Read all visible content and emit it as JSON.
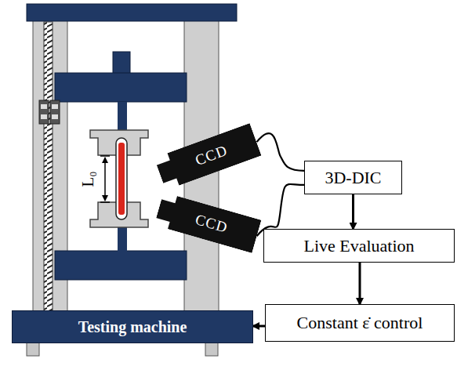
{
  "diagram": {
    "nodes": [
      {
        "text": [
          "CCD"
        ]
      },
      {
        "text": [
          "CCD"
        ]
      },
      {
        "text": [
          "3D-DIC"
        ]
      },
      {
        "text": [
          "Live Evaluation"
        ]
      },
      {
        "text": [
          "Constant ε̇ control"
        ]
      },
      {
        "text": [
          "Testing machine"
        ]
      }
    ],
    "edges": [
      {
        "from": 0,
        "to": 2,
        "arrow": "none"
      },
      {
        "from": 1,
        "to": 2,
        "arrow": "none"
      },
      {
        "from": 2,
        "to": 3,
        "arrow": "to"
      },
      {
        "from": 3,
        "to": 4,
        "arrow": "to"
      },
      {
        "from": 4,
        "to": 5,
        "arrow": "to"
      }
    ],
    "labels": [
      "L₀"
    ]
  }
}
